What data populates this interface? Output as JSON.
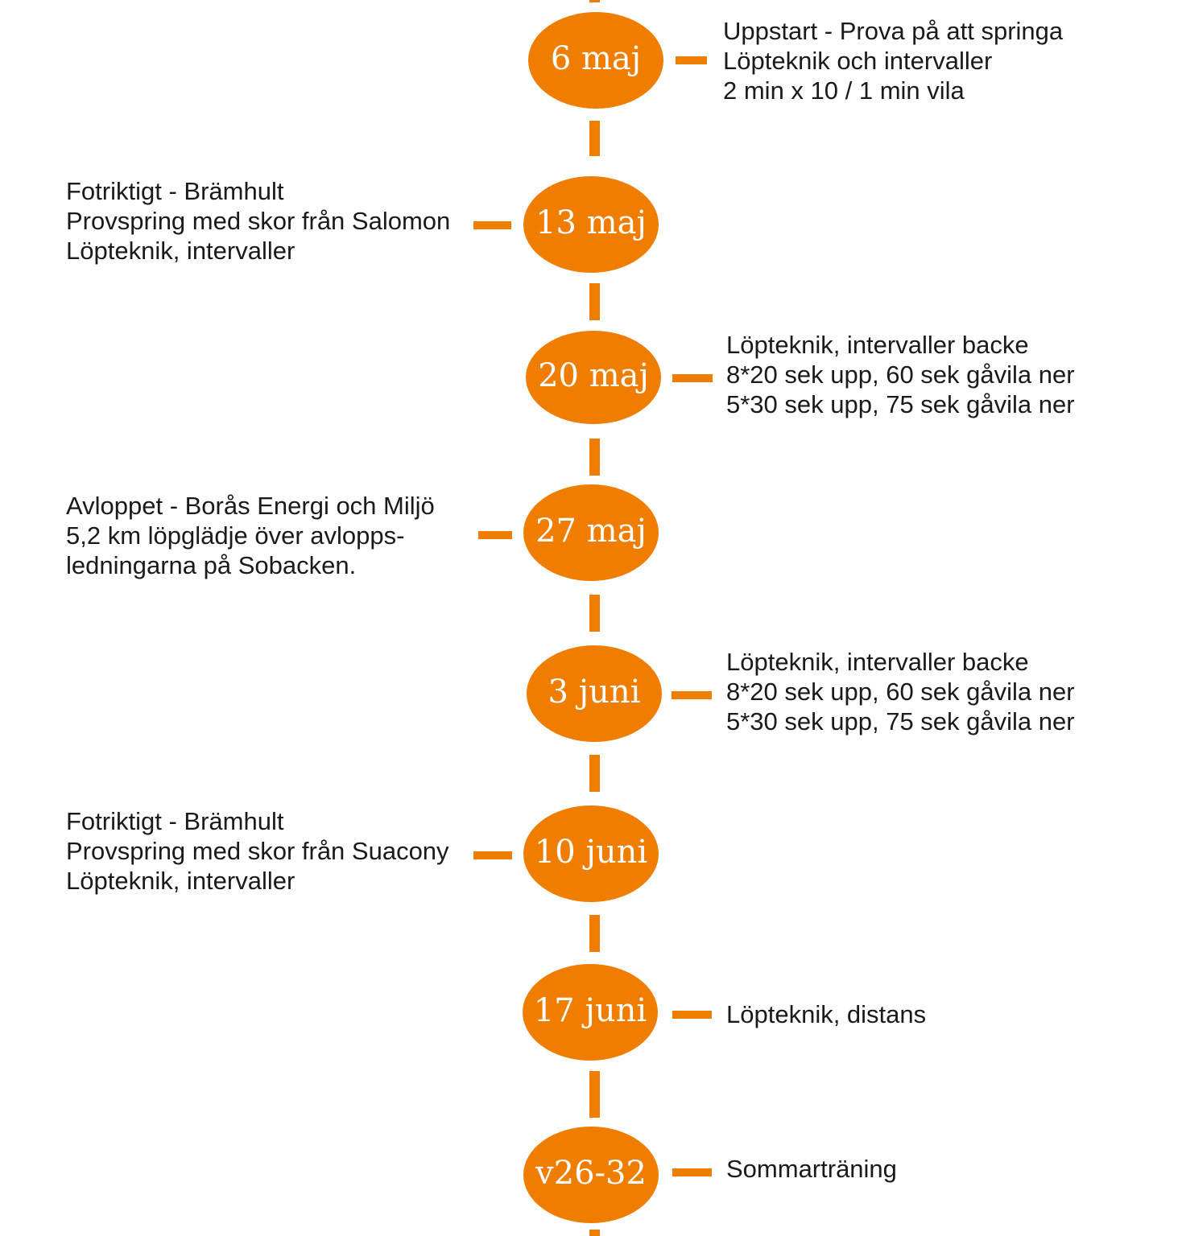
{
  "colors": {
    "accent": "#EF7D00",
    "node_text": "#ffffff",
    "body_text": "#1a1a1a",
    "background": "#ffffff"
  },
  "events": [
    {
      "date": "6 maj",
      "side": "right",
      "lines": [
        "Uppstart - Prova på att springa",
        "Löpteknik och intervaller",
        "2 min x 10 / 1 min vila"
      ]
    },
    {
      "date": "13 maj",
      "side": "left",
      "lines": [
        "Fotriktigt - Brämhult",
        "Provspring med skor från Salomon",
        "Löpteknik, intervaller"
      ]
    },
    {
      "date": "20 maj",
      "side": "right",
      "lines": [
        "Löpteknik, intervaller backe",
        "8*20 sek upp, 60 sek gåvila ner",
        "5*30 sek upp, 75 sek gåvila ner"
      ]
    },
    {
      "date": "27 maj",
      "side": "left",
      "lines": [
        "Avloppet - Borås Energi och Miljö",
        "5,2 km löpglädje över avlopps-",
        "ledningarna på Sobacken."
      ]
    },
    {
      "date": "3 juni",
      "side": "right",
      "lines": [
        "Löpteknik, intervaller backe",
        "8*20 sek upp, 60 sek gåvila ner",
        "5*30 sek upp, 75 sek gåvila ner"
      ]
    },
    {
      "date": "10 juni",
      "side": "left",
      "lines": [
        "Fotriktigt - Brämhult",
        "Provspring med skor från Suacony",
        "Löpteknik, intervaller"
      ]
    },
    {
      "date": "17 juni",
      "side": "right",
      "lines": [
        "Löpteknik, distans"
      ]
    },
    {
      "date": "v26-32",
      "side": "right",
      "lines": [
        "Sommarträning"
      ]
    }
  ]
}
